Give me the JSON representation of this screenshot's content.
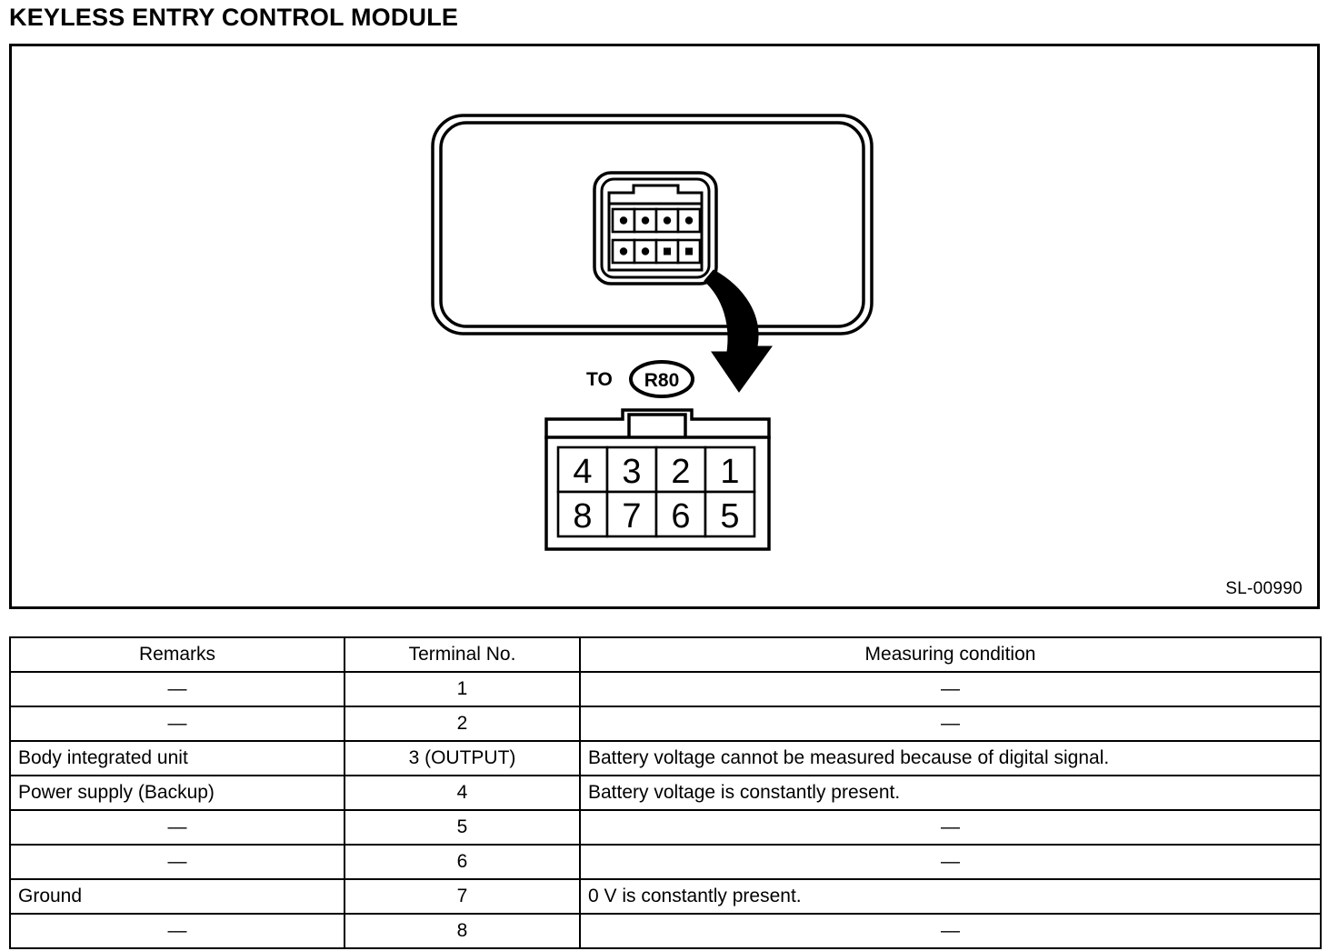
{
  "page": {
    "title": "KEYLESS ENTRY CONTROL MODULE"
  },
  "figure": {
    "id_label": "SL-00990",
    "to_label": "TO",
    "connector_ref": "R80",
    "module_connector": {
      "name": "8-pin-connector-face",
      "rows": 2,
      "columns": 4,
      "pin_count": 8
    },
    "pin_grid": {
      "top_row": [
        "4",
        "3",
        "2",
        "1"
      ],
      "bottom_row": [
        "8",
        "7",
        "6",
        "5"
      ]
    },
    "arrow": {
      "name": "callout-arrow",
      "direction": "down-left"
    },
    "colors": {
      "line": "#000000",
      "fill": "#ffffff"
    }
  },
  "table": {
    "headers": [
      "Remarks",
      "Terminal No.",
      "Measuring condition"
    ],
    "rows": [
      {
        "remarks": "—",
        "terminal": "1",
        "condition": "—"
      },
      {
        "remarks": "—",
        "terminal": "2",
        "condition": "—"
      },
      {
        "remarks": "Body integrated unit",
        "terminal": "3 (OUTPUT)",
        "condition": "Battery voltage cannot be measured because of digital signal."
      },
      {
        "remarks": "Power supply (Backup)",
        "terminal": "4",
        "condition": "Battery voltage is constantly present."
      },
      {
        "remarks": "—",
        "terminal": "5",
        "condition": "—"
      },
      {
        "remarks": "—",
        "terminal": "6",
        "condition": "—"
      },
      {
        "remarks": "Ground",
        "terminal": "7",
        "condition": "0 V is constantly present."
      },
      {
        "remarks": "—",
        "terminal": "8",
        "condition": "—"
      }
    ]
  }
}
